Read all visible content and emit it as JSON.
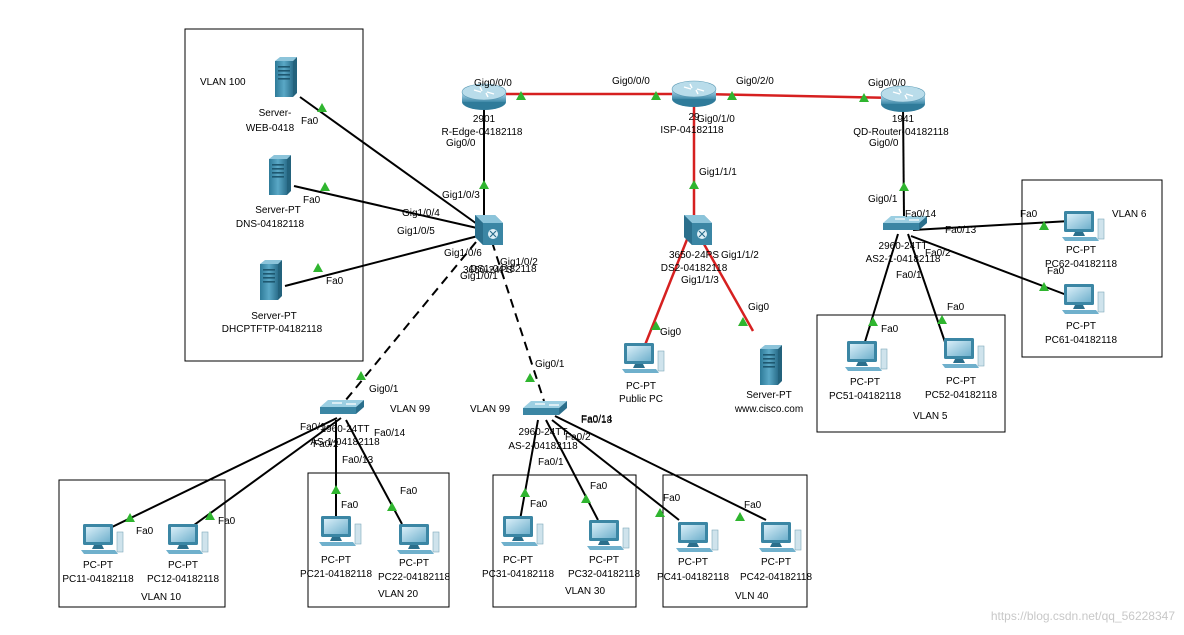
{
  "vlan_areas": [
    {
      "id": "vlan100",
      "label": "VLAN 100"
    },
    {
      "id": "vlan10",
      "label": "VLAN 10"
    },
    {
      "id": "vlan20",
      "label": "VLAN 20"
    },
    {
      "id": "vlan30",
      "label": "VLAN 30"
    },
    {
      "id": "vlan40",
      "label": "VLN 40"
    },
    {
      "id": "vlan5",
      "label": "VLAN 5"
    },
    {
      "id": "vlan6",
      "label": "VLAN 6"
    }
  ],
  "switch_vlan_labels": [
    {
      "id": "as1-vlan",
      "label": "VLAN 99"
    },
    {
      "id": "as2-vlan",
      "label": "VLAN 99"
    }
  ],
  "devices": [
    {
      "id": "r-edge",
      "kind": "router",
      "labels": [
        "2901",
        "R-Edge-04182118"
      ]
    },
    {
      "id": "isp",
      "kind": "router",
      "labels": [
        "29",
        "ISP-04182118"
      ]
    },
    {
      "id": "qd-router",
      "kind": "router",
      "labels": [
        "1941",
        "QD-Router-04182118"
      ]
    },
    {
      "id": "ds1",
      "kind": "l3switch",
      "labels": [
        "3650-24PS",
        "DS1-04182118"
      ]
    },
    {
      "id": "ds2",
      "kind": "l3switch",
      "labels": [
        "3650-24PS",
        "DS2-04182118"
      ]
    },
    {
      "id": "as1",
      "kind": "switch",
      "labels": [
        "2960-24TT",
        "AS-1-04182118"
      ]
    },
    {
      "id": "as2",
      "kind": "switch",
      "labels": [
        "2960-24TT",
        "AS-2-04182118"
      ]
    },
    {
      "id": "qd-as",
      "kind": "switch",
      "labels": [
        "2960-24TT",
        "AS2-1-04182118"
      ]
    },
    {
      "id": "srv-web",
      "kind": "server",
      "labels": [
        "Server-",
        "WEB-0418"
      ]
    },
    {
      "id": "srv-dns",
      "kind": "server",
      "labels": [
        "Server-PT",
        "DNS-04182118"
      ]
    },
    {
      "id": "srv-dhcp",
      "kind": "server",
      "labels": [
        "Server-PT",
        "DHCPTFTP-04182118"
      ]
    },
    {
      "id": "srv-cisco",
      "kind": "server",
      "labels": [
        "Server-PT",
        "www.cisco.com"
      ]
    },
    {
      "id": "pc-public",
      "kind": "pc",
      "labels": [
        "PC-PT",
        "Public PC"
      ]
    },
    {
      "id": "pc11",
      "kind": "pc",
      "labels": [
        "PC-PT",
        "PC11-04182118"
      ]
    },
    {
      "id": "pc12",
      "kind": "pc",
      "labels": [
        "PC-PT",
        "PC12-04182118"
      ]
    },
    {
      "id": "pc21",
      "kind": "pc",
      "labels": [
        "PC-PT",
        "PC21-04182118"
      ]
    },
    {
      "id": "pc22",
      "kind": "pc",
      "labels": [
        "PC-PT",
        "PC22-04182118"
      ]
    },
    {
      "id": "pc31",
      "kind": "pc",
      "labels": [
        "PC-PT",
        "PC31-04182118"
      ]
    },
    {
      "id": "pc32",
      "kind": "pc",
      "labels": [
        "PC-PT",
        "PC32-04182118"
      ]
    },
    {
      "id": "pc41",
      "kind": "pc",
      "labels": [
        "PC-PT",
        "PC41-04182118"
      ]
    },
    {
      "id": "pc42",
      "kind": "pc",
      "labels": [
        "PC-PT",
        "PC42-04182118"
      ]
    },
    {
      "id": "pc51",
      "kind": "pc",
      "labels": [
        "PC-PT",
        "PC51-04182118"
      ]
    },
    {
      "id": "pc52",
      "kind": "pc",
      "labels": [
        "PC-PT",
        "PC52-04182118"
      ]
    },
    {
      "id": "pc61",
      "kind": "pc",
      "labels": [
        "PC-PT",
        "PC61-04182118"
      ]
    },
    {
      "id": "pc62",
      "kind": "pc",
      "labels": [
        "PC-PT",
        "PC62-04182118"
      ]
    }
  ],
  "links": [
    {
      "from": "r-edge",
      "to": "isp",
      "style": "serial-red",
      "from_port": "Gig0/0/0",
      "to_port": "Gig0/0/0"
    },
    {
      "from": "isp",
      "to": "qd-router",
      "style": "serial-red",
      "from_port": "Gig0/2/0",
      "to_port": "Gig0/0/0"
    },
    {
      "from": "isp",
      "to": "ds2",
      "style": "serial-red",
      "from_port": "Gig0/1/0",
      "to_port": "Gig1/1/1"
    },
    {
      "from": "ds2",
      "to": "pc-public",
      "style": "serial-red",
      "from_port": "Gig1/1/3",
      "to_port": "Gig0"
    },
    {
      "from": "ds2",
      "to": "srv-cisco",
      "style": "serial-red",
      "from_port": "Gig1/1/2",
      "to_port": "Gig0"
    },
    {
      "from": "r-edge",
      "to": "ds1",
      "style": "solid",
      "from_port": "Gig0/0",
      "to_port": "Gig1/0/3"
    },
    {
      "from": "srv-web",
      "to": "ds1",
      "style": "solid",
      "from_port": "Fa0",
      "to_port": "Gig1/0/4"
    },
    {
      "from": "srv-dns",
      "to": "ds1",
      "style": "solid",
      "from_port": "Fa0",
      "to_port": "Gig1/0/5"
    },
    {
      "from": "srv-dhcp",
      "to": "ds1",
      "style": "solid",
      "from_port": "Fa0",
      "to_port": "Gig1/0/6"
    },
    {
      "from": "ds1",
      "to": "as1",
      "style": "dashed",
      "from_port": "Gig1/0/1",
      "to_port": "Gig0/1"
    },
    {
      "from": "ds1",
      "to": "as2",
      "style": "dashed",
      "from_port": "Gig1/0/2",
      "to_port": "Gig0/1"
    },
    {
      "from": "qd-router",
      "to": "qd-as",
      "style": "solid",
      "from_port": "Gig0/0",
      "to_port": "Gig0/1"
    },
    {
      "from": "qd-as",
      "to": "pc62",
      "style": "solid",
      "from_port": "Fa0/13",
      "to_port": "Fa0"
    },
    {
      "from": "qd-as",
      "to": "pc61",
      "style": "solid",
      "from_port": "Fa0/2",
      "to_port": "Fa0"
    },
    {
      "from": "qd-as",
      "to": "pc51",
      "style": "solid",
      "from_port": "Fa0/1",
      "to_port": "Fa0"
    },
    {
      "from": "qd-as",
      "to": "pc52",
      "style": "solid",
      "from_port": "Fa0/14",
      "to_port": "Fa0"
    },
    {
      "from": "as1",
      "to": "pc11",
      "style": "solid",
      "from_port": "Fa0/1",
      "to_port": "Fa0"
    },
    {
      "from": "as1",
      "to": "pc12",
      "style": "solid",
      "from_port": "Fa0/2",
      "to_port": "Fa0"
    },
    {
      "from": "as1",
      "to": "pc21",
      "style": "solid",
      "from_port": "Fa0/13",
      "to_port": "Fa0"
    },
    {
      "from": "as1",
      "to": "pc22",
      "style": "solid",
      "from_port": "Fa0/14",
      "to_port": "Fa0"
    },
    {
      "from": "as2",
      "to": "pc31",
      "style": "solid",
      "from_port": "Fa0/1",
      "to_port": "Fa0"
    },
    {
      "from": "as2",
      "to": "pc32",
      "style": "solid",
      "from_port": "Fa0/2",
      "to_port": "Fa0"
    },
    {
      "from": "as2",
      "to": "pc41",
      "style": "solid",
      "from_port": "Fa0/13",
      "to_port": "Fa0"
    },
    {
      "from": "as2",
      "to": "pc42",
      "style": "solid",
      "from_port": "Fa0/14",
      "to_port": "Fa0"
    }
  ],
  "watermark": "https://blog.csdn.net/qq_56228347",
  "colors": {
    "device_teal": "#4a96b4",
    "device_dark": "#2b6f8c",
    "router_body": "#7fb7d0",
    "serial_link": "#d62020",
    "link": "#000000",
    "link_up": "#2fb52f"
  }
}
